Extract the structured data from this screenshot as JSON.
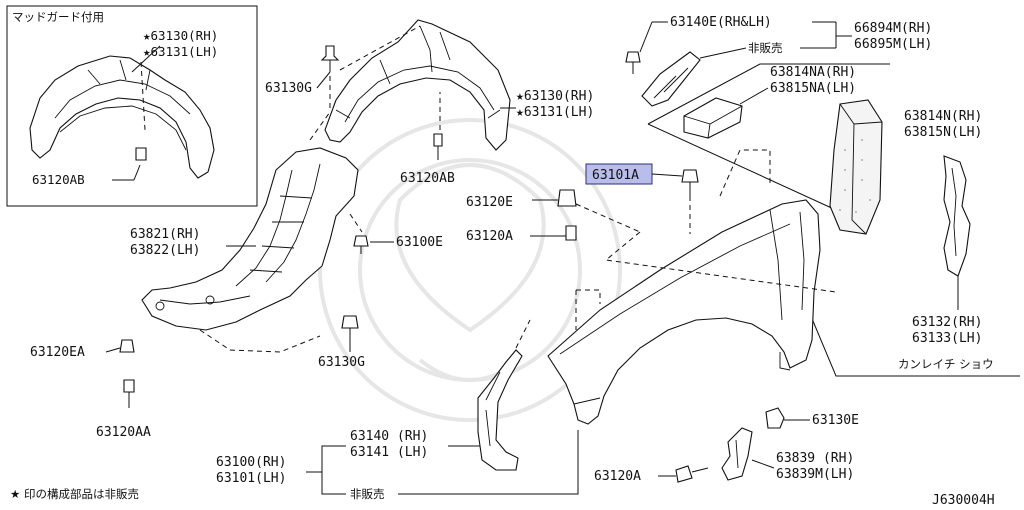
{
  "diagram": {
    "code": "J630004H",
    "footnote": "★ 印の構成部品は非販売",
    "inset": {
      "title": "マッドガード付用",
      "rh": "★63130(RH)",
      "lh": "★63131(LH)",
      "clip": "63120AB"
    },
    "parts": {
      "p63130g_top": "63130G",
      "p63130_rh": "★63130(RH)",
      "p63131_lh": "★63131(LH)",
      "p63120ab": "63120AB",
      "p63140e": "63140E(RH&LH)",
      "p_not_sold_top": "非販売",
      "p66894m": "66894M(RH)",
      "p66895m": "66895M(LH)",
      "p63814na": "63814NA(RH)",
      "p63815na": "63815NA(LH)",
      "p63814n": "63814N(RH)",
      "p63815n": "63815N(LH)",
      "p63101a": "63101A",
      "p63120e": "63120E",
      "p63120a_mid": "63120A",
      "p63821": "63821(RH)",
      "p63822": "63822(LH)",
      "p63100e": "63100E",
      "p63130g_mid": "63130G",
      "p63120ea": "63120EA",
      "p63120aa": "63120AA",
      "p63132": "63132(RH)",
      "p63133": "63133(LH)",
      "p_kanreichi": "カンレイチ ショウ",
      "p63140": "63140 (RH)",
      "p63141": "63141 (LH)",
      "p63100": "63100(RH)",
      "p63101": "63101(LH)",
      "p_not_sold_bottom": "非販売",
      "p63130e": "63130E",
      "p63120a_bottom": "63120A",
      "p63839": "63839  (RH)",
      "p63839m": "63839M(LH)"
    },
    "highlight_color": "#b9bde9"
  }
}
